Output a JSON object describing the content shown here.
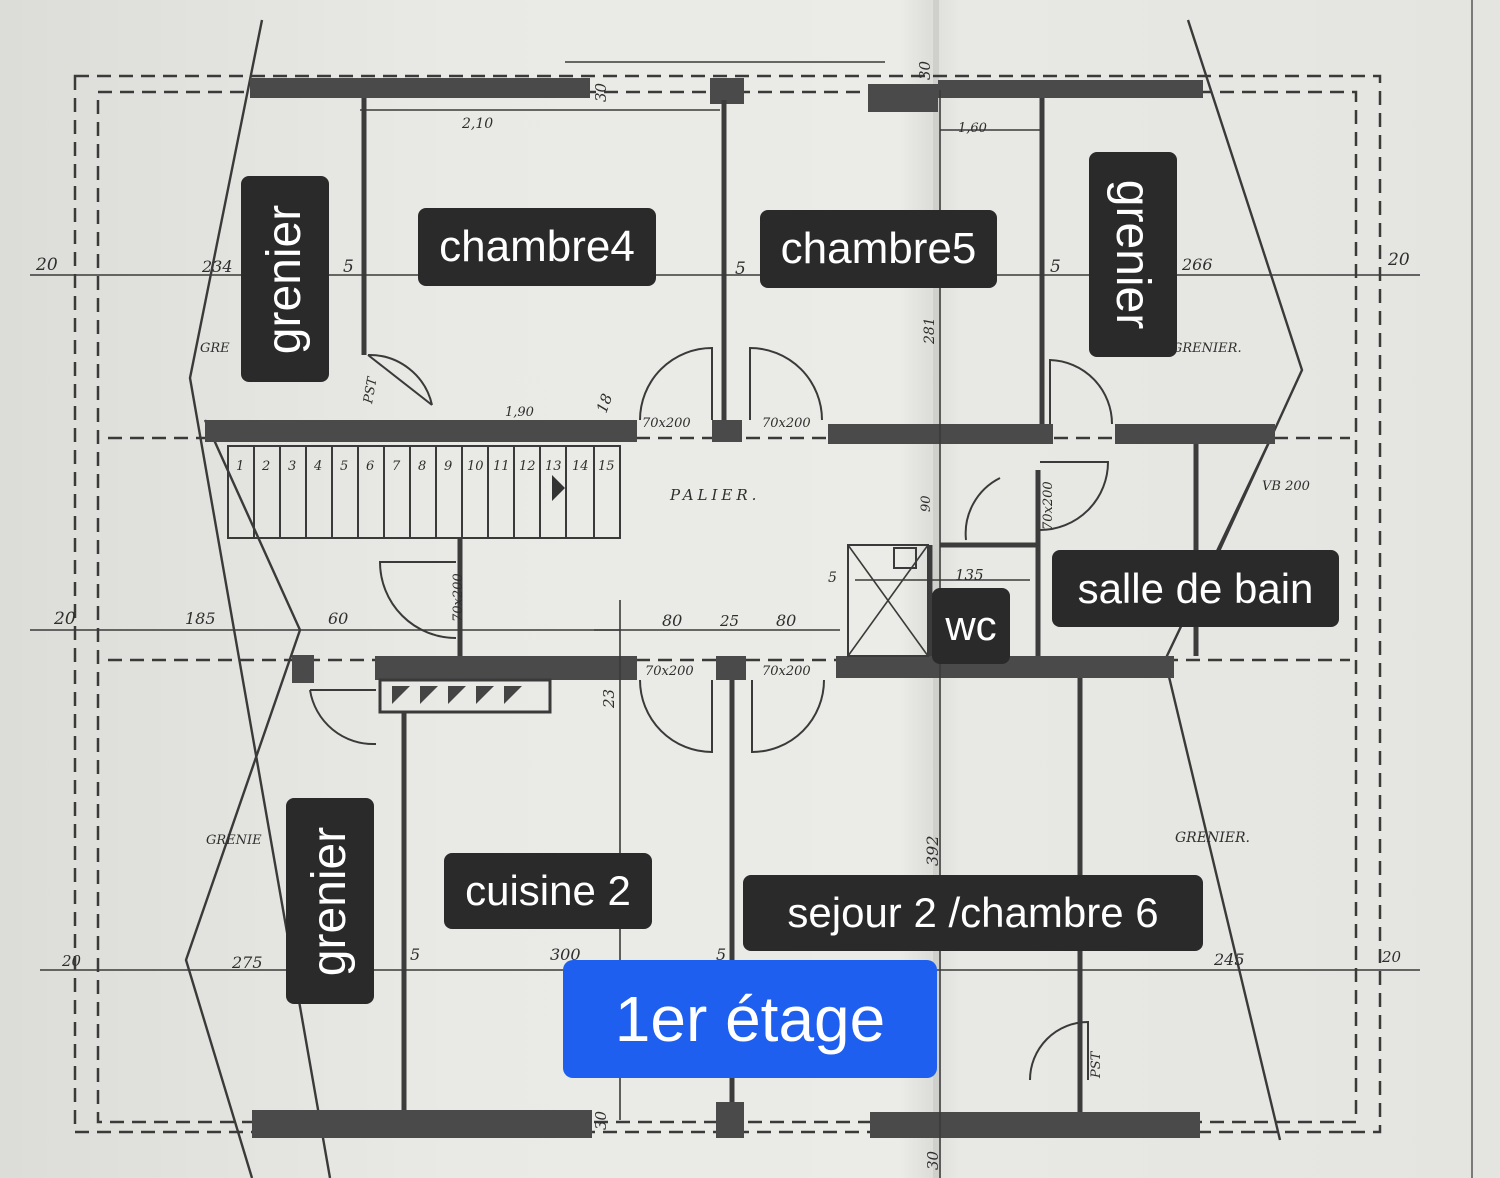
{
  "title": "1er étage",
  "rooms": {
    "chambre4": "chambre4",
    "chambre5": "chambre5",
    "grenier_top_left": "grenier",
    "grenier_top_right": "grenier",
    "grenier_bottom_left": "grenier",
    "salle_de_bain": "salle de bain",
    "wc": "wc",
    "cuisine2": "cuisine 2",
    "sejour2": "sejour 2 /chambre 6"
  },
  "plan_text": {
    "palier": "PALIER.",
    "grenier_print_1": "GRE",
    "grenier_print_2": "GRENIER.",
    "grenier_print_3": "GRENIE",
    "grenier_print_4": "GRENIER.",
    "door_70x200": "70x200",
    "vb200": "VB 200",
    "pst": "PST",
    "dim_20": "20",
    "dim_234": "234",
    "dim_266": "266",
    "dim_185": "185",
    "dim_60": "60",
    "dim_80": "80",
    "dim_25": "25",
    "dim_275": "275",
    "dim_300": "300",
    "dim_245": "245",
    "dim_135": "135",
    "dim_30": "30",
    "dim_210": "2,10",
    "dim_160": "1,60",
    "dim_190": "1,90",
    "dim_5": "5",
    "dim_18": "18",
    "dim_23": "23",
    "dim_392": "392",
    "dim_281": "281",
    "dim_90": "90"
  },
  "stair_steps": [
    "1",
    "2",
    "3",
    "4",
    "5",
    "6",
    "7",
    "8",
    "9",
    "10",
    "11",
    "12",
    "13",
    "14",
    "15"
  ],
  "colors": {
    "label_bg": "#2a2a2a",
    "title_bg": "#1f5ff0",
    "paper": "#e8e8e4"
  }
}
